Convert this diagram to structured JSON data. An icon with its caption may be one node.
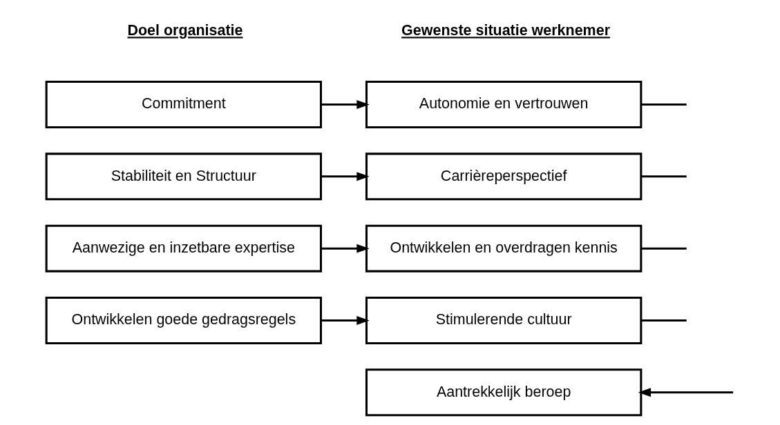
{
  "diagram": {
    "nodes": [
      {
        "text": [
          "Commitment"
        ]
      },
      {
        "text": [
          "Stabiliteit en Structuur"
        ]
      },
      {
        "text": [
          "Aanwezige en inzetbare expertise"
        ]
      },
      {
        "text": [
          "Ontwikkelen goede gedragsregels"
        ]
      },
      {
        "text": [
          "Autonomie en vertrouwen"
        ]
      },
      {
        "text": [
          "Carrièreperspectief"
        ]
      },
      {
        "text": [
          "Ontwikkelen en overdragen kennis"
        ]
      },
      {
        "text": [
          "Stimulerende cultuur"
        ]
      },
      {
        "text": [
          "Aantrekkelijk beroep"
        ]
      }
    ],
    "edges": [
      {
        "from": 0,
        "to": 4,
        "arrow": "to"
      },
      {
        "from": 1,
        "to": 5,
        "arrow": "to"
      },
      {
        "from": 2,
        "to": 6,
        "arrow": "to"
      },
      {
        "from": 3,
        "to": 7,
        "arrow": "to"
      },
      {
        "from": 4,
        "to": null,
        "arrow": "none"
      },
      {
        "from": 5,
        "to": null,
        "arrow": "none"
      },
      {
        "from": 6,
        "to": null,
        "arrow": "none"
      },
      {
        "from": 7,
        "to": null,
        "arrow": "none"
      },
      {
        "from": null,
        "to": 8,
        "arrow": "to"
      }
    ],
    "labels": [
      "Doel organisatie",
      "Gewenste situatie werknemer"
    ]
  }
}
